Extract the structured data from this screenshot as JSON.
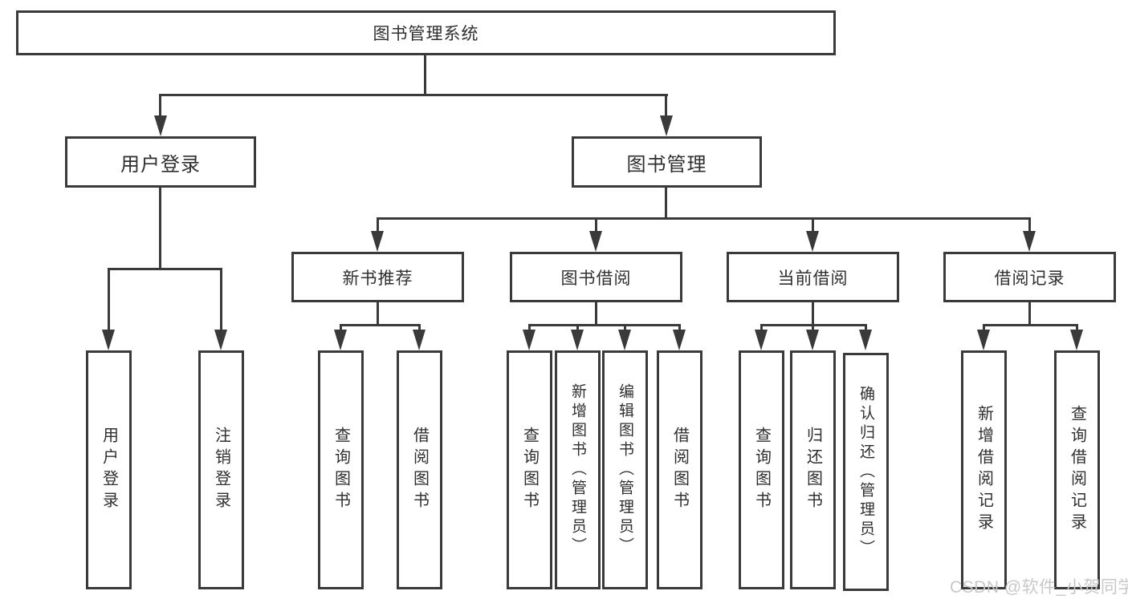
{
  "diagram": {
    "type": "hierarchy-tree",
    "title": "图书管理系统",
    "watermark": "CSDN @软件_小贺同学",
    "colors": {
      "line": "#3a3a3a",
      "box_border": "#3a3a3a",
      "box_background": "#ffffff",
      "text": "#2f2f2f",
      "watermark": "#c8c8c8"
    },
    "nodes": {
      "root": {
        "label": "图书管理系统"
      },
      "level2": [
        {
          "label": "用户登录"
        },
        {
          "label": "图书管理"
        }
      ],
      "level3": [
        {
          "label": "新书推荐",
          "parent": "图书管理"
        },
        {
          "label": "图书借阅",
          "parent": "图书管理"
        },
        {
          "label": "当前借阅",
          "parent": "图书管理"
        },
        {
          "label": "借阅记录",
          "parent": "图书管理"
        }
      ],
      "leaves": [
        {
          "label": "用户登录",
          "parent": "用户登录"
        },
        {
          "label": "注销登录",
          "parent": "用户登录"
        },
        {
          "label": "查询图书",
          "parent": "新书推荐"
        },
        {
          "label": "借阅图书",
          "parent": "新书推荐"
        },
        {
          "label": "查询图书",
          "parent": "图书借阅"
        },
        {
          "label": "新增图书（管理员）",
          "parent": "图书借阅"
        },
        {
          "label": "编辑图书（管理员）",
          "parent": "图书借阅"
        },
        {
          "label": "借阅图书",
          "parent": "图书借阅"
        },
        {
          "label": "查询图书",
          "parent": "当前借阅"
        },
        {
          "label": "归还图书",
          "parent": "当前借阅"
        },
        {
          "label": "确认归还（管理员）",
          "parent": "当前借阅"
        },
        {
          "label": "新增借阅记录",
          "parent": "借阅记录"
        },
        {
          "label": "查询借阅记录",
          "parent": "借阅记录"
        }
      ]
    }
  }
}
